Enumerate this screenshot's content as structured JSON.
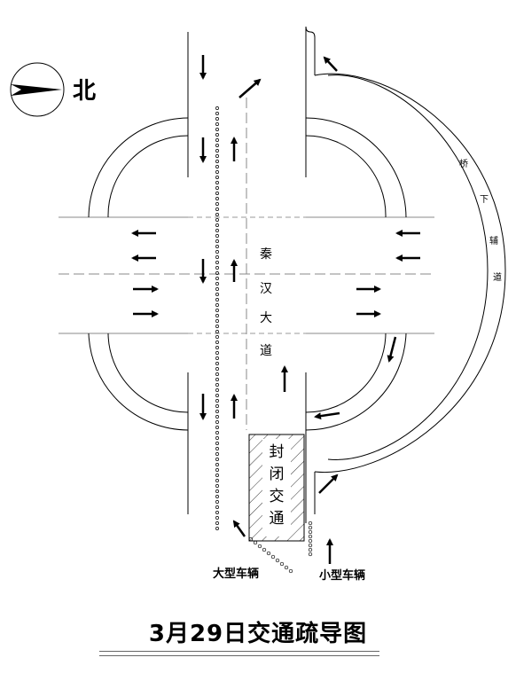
{
  "compass": {
    "label": "北",
    "icon": "compass-arrow-icon"
  },
  "road_name_chars": [
    "秦",
    "汉",
    "大",
    "道"
  ],
  "closed_zone_chars": [
    "封",
    "闭",
    "交",
    "通"
  ],
  "side_road_chars": [
    "桥",
    "下",
    "辅",
    "道"
  ],
  "labels": {
    "large_vehicle": "大型车辆",
    "small_vehicle": "小型车辆"
  },
  "title": "3月29日交通疏导图",
  "colors": {
    "line": "#000000",
    "hatch": "#000000",
    "background": "#ffffff"
  }
}
